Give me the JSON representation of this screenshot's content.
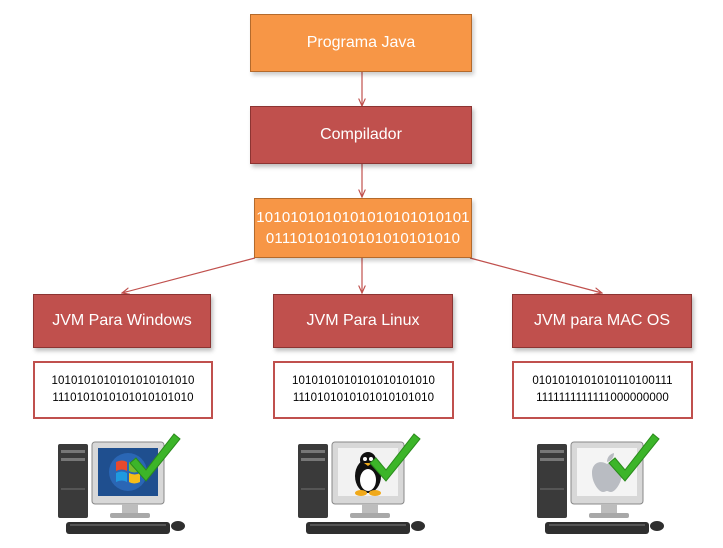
{
  "nodes": {
    "source": "Programa Java",
    "compiler": "Compilador",
    "bytecode": [
      "1010101010101010101010101",
      "01110101010101010101010"
    ]
  },
  "targets": [
    {
      "jvm": "JVM Para Windows",
      "binary": [
        "1010101010101010101010",
        "1110101010101010101010"
      ],
      "os_icon": "windows-logo-icon"
    },
    {
      "jvm": "JVM Para Linux",
      "binary": [
        "1010101010101010101010",
        "1110101010101010101010"
      ],
      "os_icon": "linux-tux-icon"
    },
    {
      "jvm": "JVM para MAC OS",
      "binary": [
        "0101010101010110100111",
        "1111111111111000000000"
      ],
      "os_icon": "apple-logo-icon"
    }
  ],
  "colors": {
    "orange": "#f79646",
    "red": "#c0504d",
    "check": "#3cb529"
  }
}
